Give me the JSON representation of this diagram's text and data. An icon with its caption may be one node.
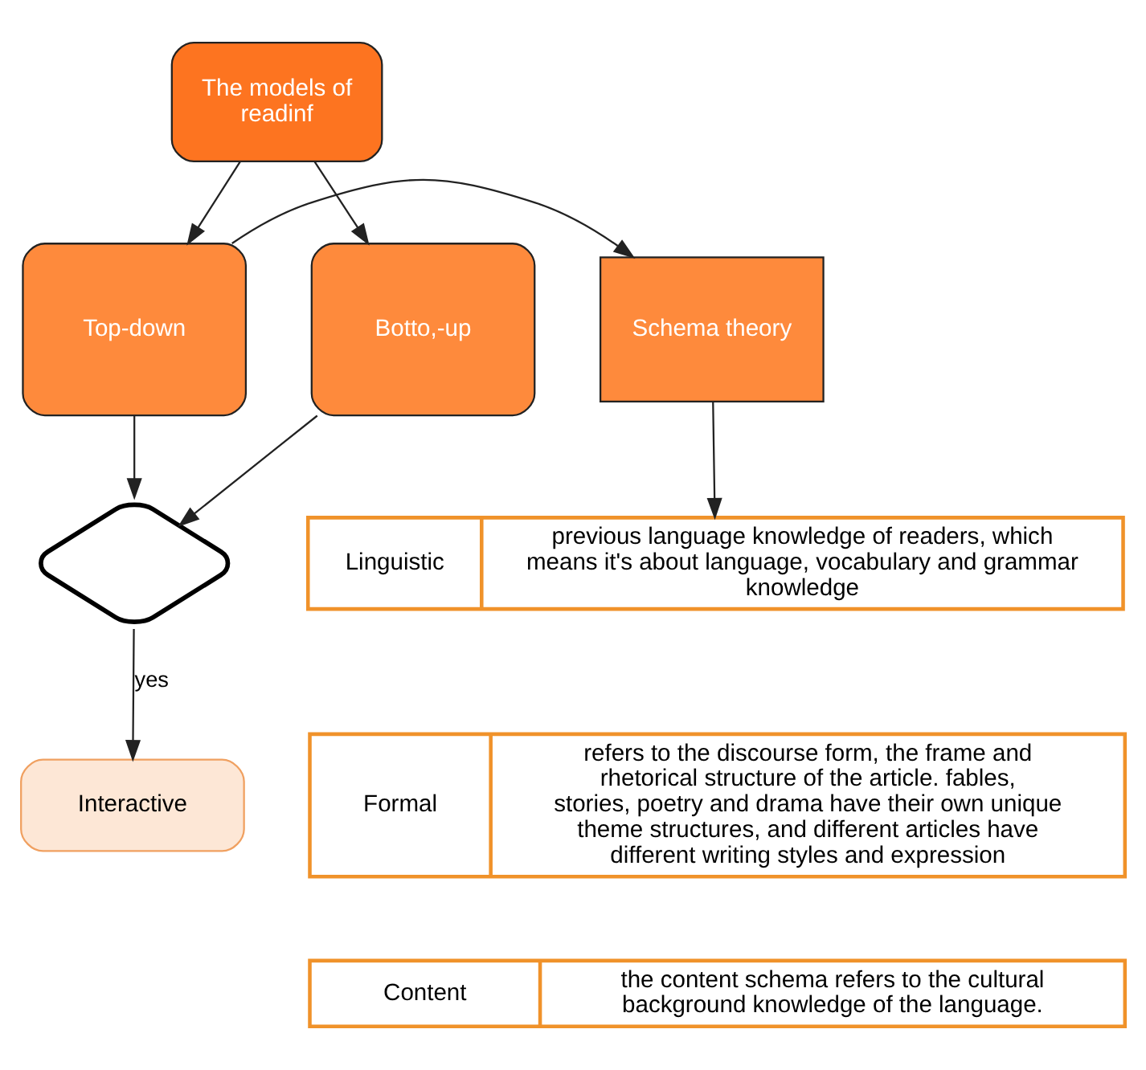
{
  "diagram": {
    "nodes": [
      {
        "text": [
          "The models of readinf"
        ]
      },
      {
        "text": [
          "Top-down"
        ]
      },
      {
        "text": [
          "Botto,-up"
        ]
      },
      {
        "text": [
          "Schema theory"
        ]
      },
      {
        "text": [
          "Linguistic",
          "previous language knowledge of readers, which means it's about language, vocabulary and grammar knowledge"
        ]
      },
      {
        "text": [
          "Formal",
          "refers to the discourse form, the frame and rhetorical structure of the article. fables, stories, poetry and drama have their own unique theme structures, and different articles have different writing styles and expression"
        ]
      },
      {
        "text": [
          "Content",
          "the content schema refers to the cultural background knowledge of the language."
        ]
      },
      {
        "text": [],
        "shape": "diamond"
      },
      {
        "text": [
          "Interactive"
        ]
      }
    ],
    "edges": [
      {
        "from": 0,
        "to": 1,
        "arrow": "to"
      },
      {
        "from": 0,
        "to": 2,
        "arrow": "to"
      },
      {
        "from": 1,
        "to": 3,
        "arrow": "to"
      },
      {
        "from": 3,
        "to": 4,
        "arrow": "to"
      },
      {
        "from": 1,
        "to": 7,
        "arrow": "to"
      },
      {
        "from": 2,
        "to": 7,
        "arrow": "to"
      },
      {
        "from": 7,
        "to": 8,
        "label": "yes",
        "arrow": "to"
      }
    ]
  }
}
